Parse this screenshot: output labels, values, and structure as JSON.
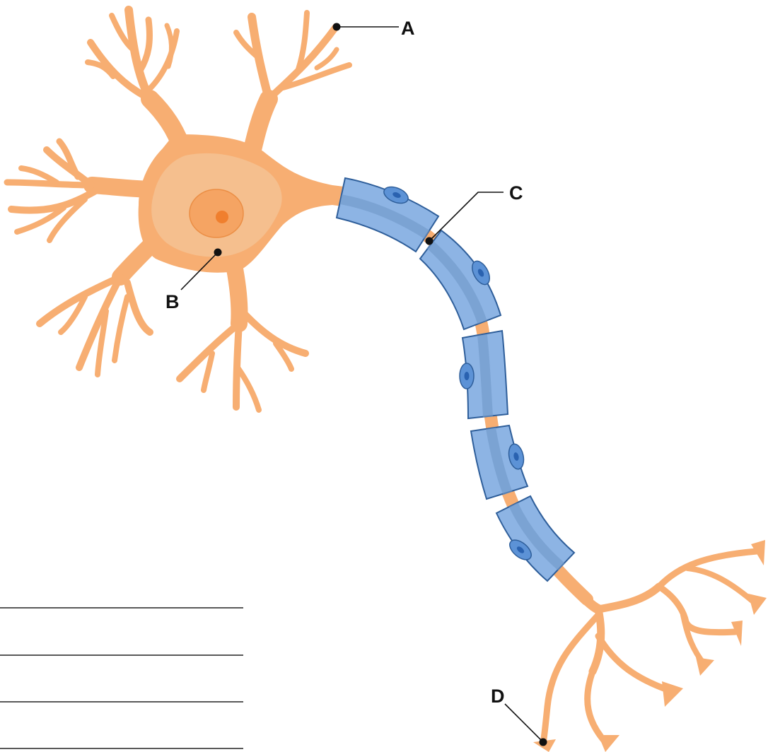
{
  "labels": {
    "a": "A",
    "b": "B",
    "c": "C",
    "d": "D"
  },
  "colors": {
    "neuron": "#F7AE72",
    "soma_inner": "#F5BF8E",
    "nucleus": "#F5A463",
    "nucleolus": "#F07F2E",
    "myelin_outer": "#8DB4E4",
    "myelin_inner": "#6F97C8",
    "myelin_border": "#2E5E9A",
    "schwann_nucleus": "#5C92D6",
    "ink": "#111111"
  },
  "answer_lines_count": 4
}
